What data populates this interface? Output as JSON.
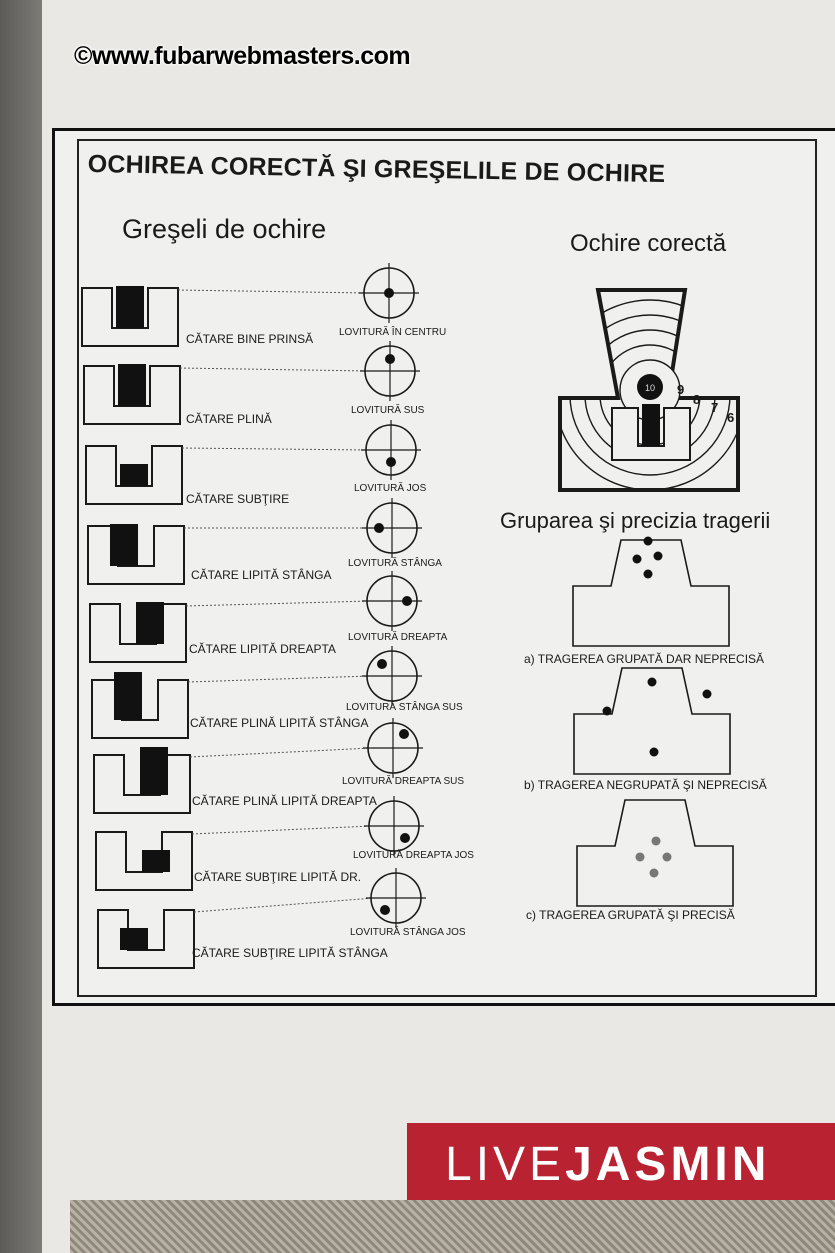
{
  "watermark": "©www.fubarwebmasters.com",
  "title": "OCHIREA CORECTĂ ŞI GREŞELILE DE OCHIRE",
  "left_section": {
    "title": "Greşeli de ochire",
    "rows": [
      {
        "sight_label": "CĂTARE BINE PRINSĂ",
        "target_label": "LOVITURĂ ÎN CENTRU"
      },
      {
        "sight_label": "CĂTARE PLINĂ",
        "target_label": "LOVITURĂ SUS"
      },
      {
        "sight_label": "CĂTARE SUBŢIRE",
        "target_label": "LOVITURĂ JOS"
      },
      {
        "sight_label": "CĂTARE LIPITĂ STÂNGA",
        "target_label": "LOVITURĂ STÂNGA"
      },
      {
        "sight_label": "CĂTARE LIPITĂ DREAPTA",
        "target_label": "LOVITURĂ DREAPTA"
      },
      {
        "sight_label": "CĂTARE PLINĂ LIPITĂ STÂNGA",
        "target_label": "LOVITURĂ STÂNGA SUS"
      },
      {
        "sight_label": "CĂTARE PLINĂ LIPITĂ DREAPTA",
        "target_label": "LOVITURĂ DREAPTA SUS"
      },
      {
        "sight_label": "CĂTARE SUBŢIRE LIPITĂ DR.",
        "target_label": "LOVITURĂ DREAPTA JOS"
      },
      {
        "sight_label": "CĂTARE SUBŢIRE LIPITĂ STÂNGA",
        "target_label": "LOVITURĂ STÂNGA JOS"
      }
    ]
  },
  "right_section": {
    "title": "Ochire corectă",
    "target_center": "10",
    "ring_numbers": [
      "9",
      "8",
      "7",
      "6"
    ],
    "grouping_title": "Gruparea şi precizia tragerii",
    "groupings": [
      {
        "caption": "a) TRAGEREA GRUPATĂ DAR NEPRECISĂ"
      },
      {
        "caption": "b) TRAGEREA NEGRUPATĂ ŞI NEPRECISĂ"
      },
      {
        "caption": "c) TRAGEREA GRUPATĂ ŞI PRECISĂ"
      }
    ]
  },
  "brand": {
    "light": "LIVE",
    "bold": "JASMIN"
  },
  "colors": {
    "brand_red": "#b82231",
    "ink": "#1a1a1a",
    "paper": "#f0f0ee"
  }
}
